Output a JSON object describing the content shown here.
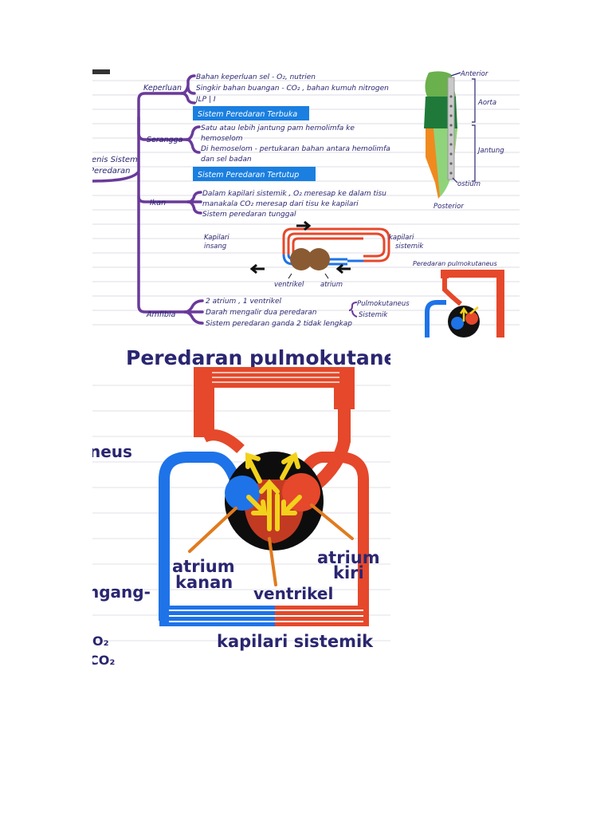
{
  "top_panel": {
    "root": {
      "line1": "Jenis Sistem",
      "line2": "Peredaran"
    },
    "keperluan": {
      "label": "Keperluan",
      "items": [
        "Bahan keperluan sel - O₂, nutrien",
        "Singkir bahan buangan - CO₂ , bahan kumuh nitrogen",
        "JLP | I"
      ]
    },
    "open_system_banner": "Sistem Peredaran Terbuka",
    "serangga": {
      "label": "Serangga",
      "items": [
        "Satu atau lebih jantung pam hemolimfa ke",
        "hemoselom",
        "Di hemoselom - pertukaran bahan antara hemolimfa",
        "dan sel badan"
      ]
    },
    "closed_system_banner": "Sistem Peredaran Tertutup",
    "ikan": {
      "label": "Ikan",
      "items": [
        "Dalam kapilari sistemik , O₂ meresap ke dalam tisu",
        "manakala CO₂ meresap dari tisu ke kapilari",
        "Sistem peredaran tunggal"
      ]
    },
    "fish_diagram": {
      "gill_label_1": "Kapilari",
      "gill_label_2": "insang",
      "systemic_label_1": "kapilari",
      "systemic_label_2": "sistemik",
      "ventricle_label": "ventrikel",
      "atrium_label": "atrium"
    },
    "amfibia": {
      "label": "Amfibia",
      "items": [
        "2 atrium , 1 ventrikel",
        "Darah mengalir dua peredaran",
        "Sistem peredaran ganda 2 tidak lengkap"
      ],
      "bracket_note_1": "Pulmokutaneus",
      "bracket_note_2": "Sistemik"
    },
    "insect_diagram": {
      "anterior": "Anterior",
      "aorta": "Aorta",
      "jantung": "Jantung",
      "ostium": "ostium",
      "posterior": "Posterior"
    },
    "mini_label": "Peredaran pulmokutaneus"
  },
  "bottom_panel": {
    "title": "Peredaran pulmokutaneus",
    "atrium_kanan_1": "atrium",
    "atrium_kanan_2": "kanan",
    "atrium_kiri_1": "atrium",
    "atrium_kiri_2": "kiri",
    "ventrikel": "ventrikel",
    "kapilari_sistemik": "kapilari sistemik",
    "edge_cut_1": "neus",
    "edge_cut_2": "ngang-",
    "edge_cut_3": "O₂",
    "edge_cut_4": "CO₂"
  },
  "colors": {
    "blue": "#1e73e8",
    "red": "#e5482b",
    "ink": "#2a2670",
    "purple": "#6a3a9a",
    "banner": "#1a7fe0"
  }
}
